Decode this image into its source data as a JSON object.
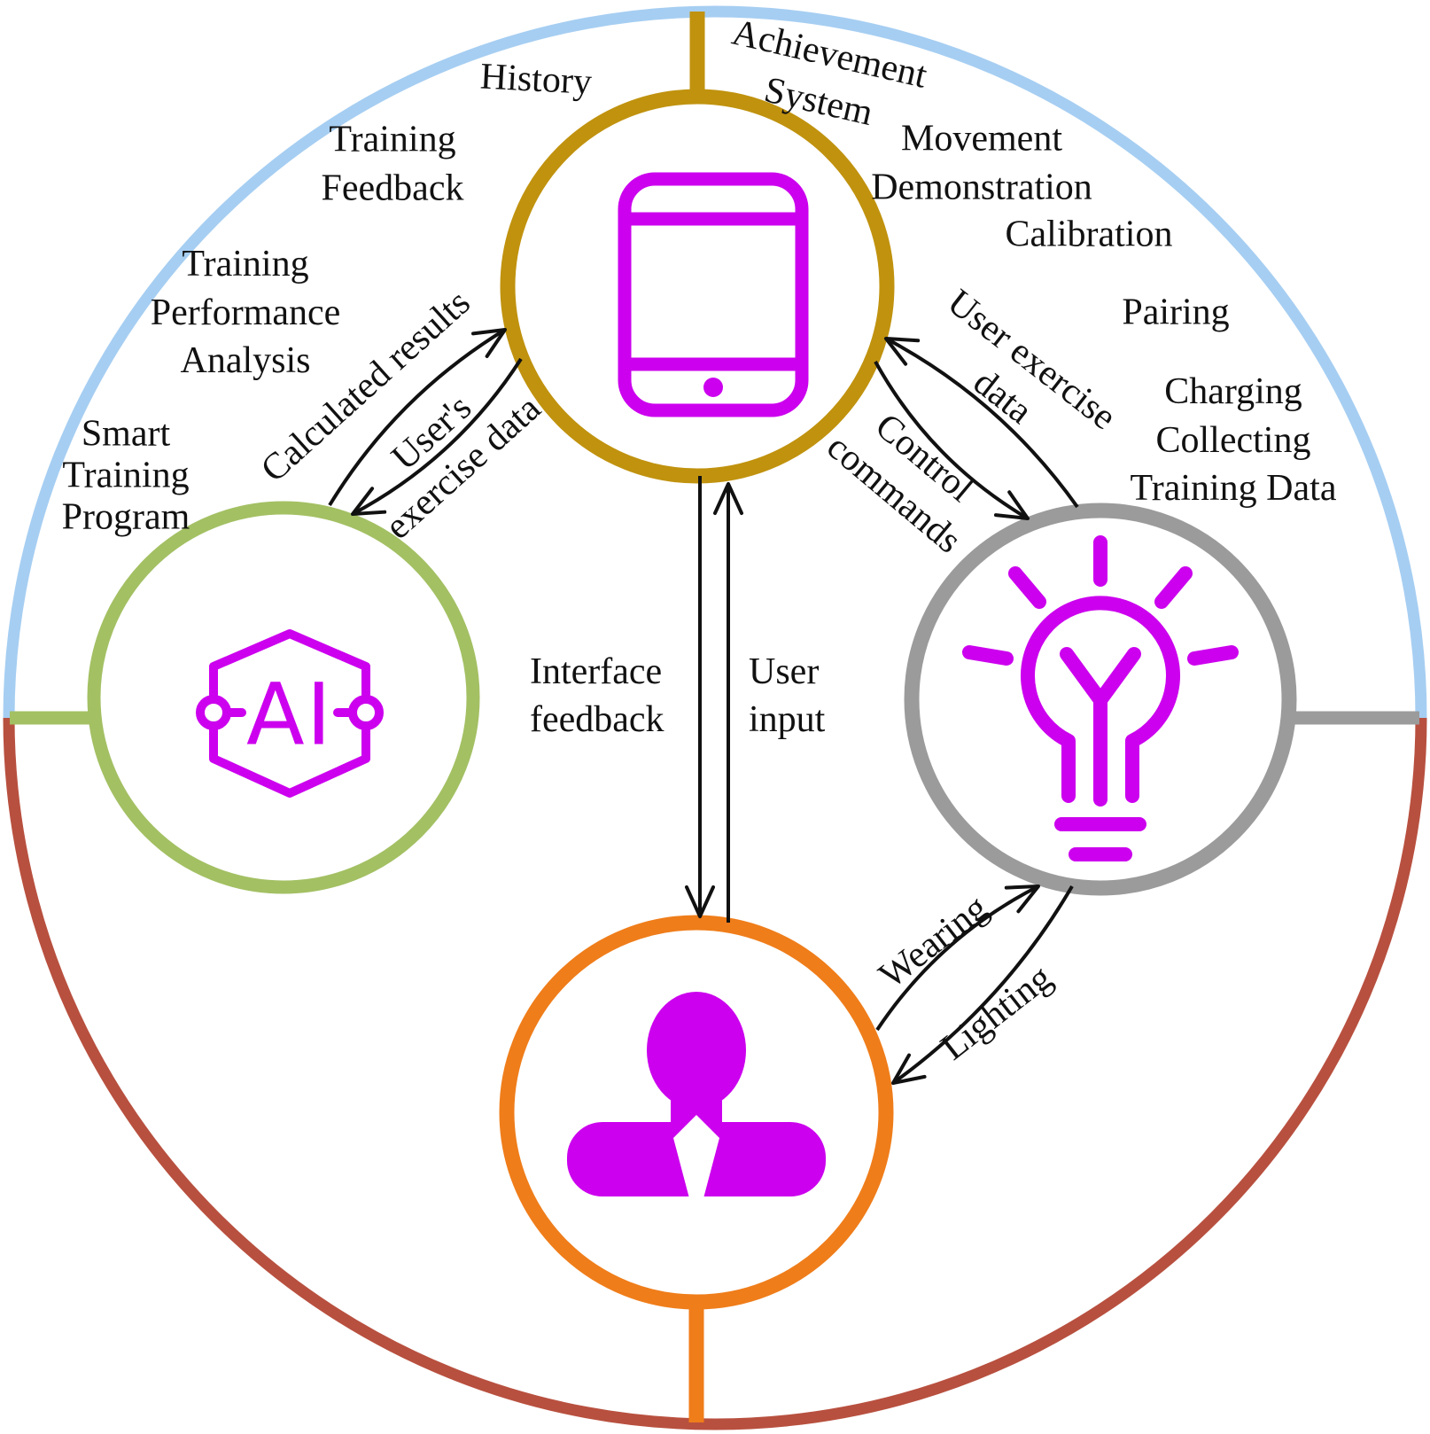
{
  "palette": {
    "top_arc": "#A6CEF2",
    "bottom_arc": "#B8503F",
    "app_node": "#C0920E",
    "ai_node": "#A3C063",
    "wearable_node": "#9B9B9B",
    "user_node": "#EF7D1A",
    "icon": "#CC00EE",
    "text": "#111111",
    "arrow": "#111111"
  },
  "icons": {
    "app": "tablet-icon",
    "ai": "ai-chip-icon",
    "wearable": "lightbulb-icon",
    "user": "person-icon"
  },
  "ai_label": "AI",
  "features": {
    "history": "History",
    "achievement_system": {
      "line1": "Achievement",
      "line2": "System"
    },
    "movement_demonstration": {
      "line1": "Movement",
      "line2": "Demonstration"
    },
    "calibration": "Calibration",
    "pairing": "Pairing",
    "charging_collecting": {
      "line1": "Charging",
      "line2": "Collecting",
      "line3": "Training Data"
    },
    "training_feedback": {
      "line1": "Training",
      "line2": "Feedback"
    },
    "training_performance_analysis": {
      "line1": "Training",
      "line2": "Performance",
      "line3": "Analysis"
    },
    "smart_training_program": {
      "line1": "Smart",
      "line2": "Training",
      "line3": "Program"
    }
  },
  "flows": {
    "calculated_results": "Calculated results",
    "users_exercise_data": {
      "line1": "User's",
      "line2": "exercise data"
    },
    "user_exercise_data": {
      "line1": "User exercise",
      "line2": "data"
    },
    "control_commands": {
      "line1": "Control",
      "line2": "commands"
    },
    "interface_feedback": {
      "line1": "Interface",
      "line2": "feedback"
    },
    "user_input": {
      "line1": "User",
      "line2": "input"
    },
    "wearing": "Wearing",
    "lighting": "Lighting"
  }
}
